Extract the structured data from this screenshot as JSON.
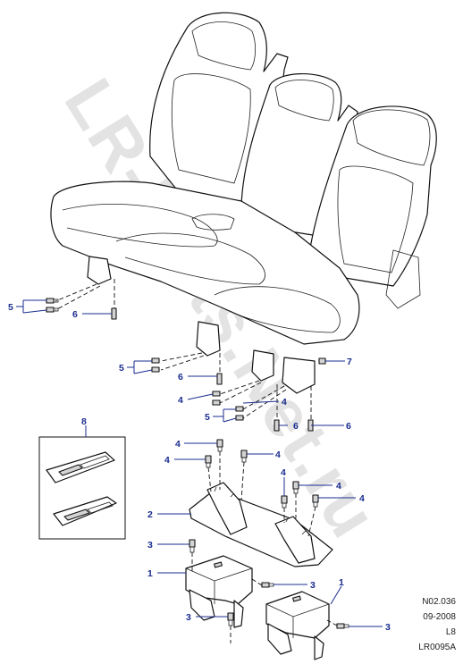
{
  "watermark": "LR-Parts.Net.ru",
  "callouts": {
    "c1a": "1",
    "c1b": "1",
    "c2": "2",
    "c3a": "3",
    "c3b": "3",
    "c3c": "3",
    "c3d": "3",
    "c4a": "4",
    "c4b": "4",
    "c4c": "4",
    "c4d": "4",
    "c4e": "4",
    "c4f": "4",
    "c4g": "4",
    "c5a": "5",
    "c5b": "5",
    "c5c": "5",
    "c6a": "6",
    "c6b": "6",
    "c6c": "6",
    "c6d": "6",
    "c7": "7",
    "c8": "8"
  },
  "footer": {
    "line1": "N02.036",
    "line2": "09-2008",
    "line3": "L8",
    "line4": "LR0095A"
  }
}
